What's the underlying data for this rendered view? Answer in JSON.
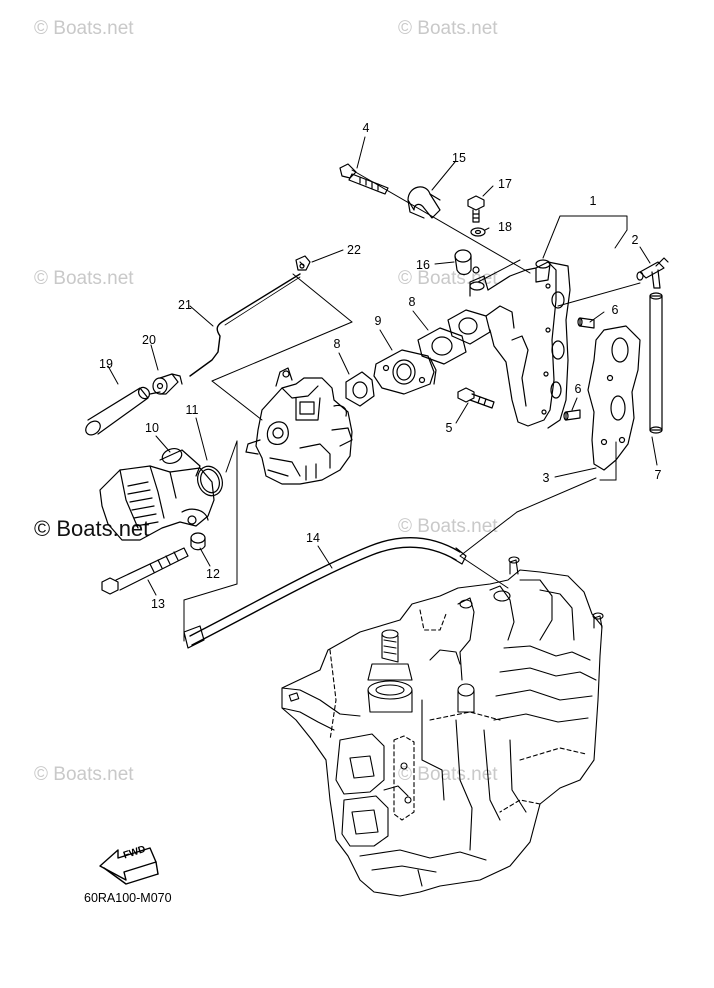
{
  "watermarks": [
    "© Boats.net",
    "© Boats.net",
    "© Boats.net",
    "© Boats.net",
    "© Boats.net",
    "© Boats.net",
    "© Boats.net",
    "© Boats.net"
  ],
  "callouts": [
    "1",
    "2",
    "3",
    "4",
    "5",
    "6",
    "6",
    "7",
    "8",
    "8",
    "9",
    "10",
    "11",
    "12",
    "13",
    "14",
    "15",
    "16",
    "17",
    "18",
    "19",
    "20",
    "21",
    "22"
  ],
  "fwd_label": "FWD",
  "diagram_code": "60RA100-M070"
}
